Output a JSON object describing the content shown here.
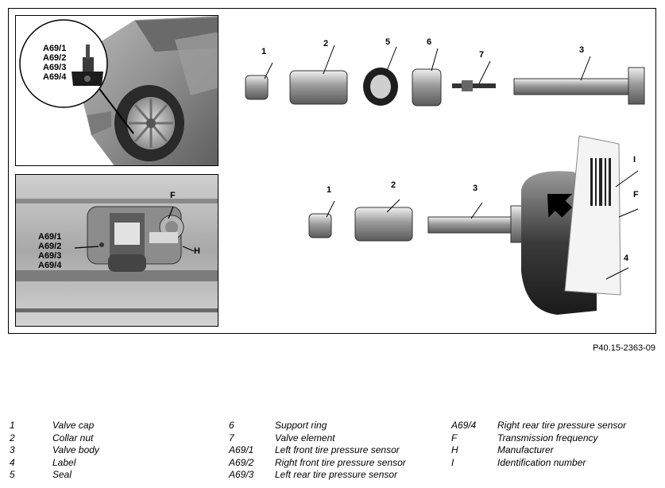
{
  "figure_ref": "P40.15-2363-09",
  "inset_top_labels": [
    "A69/1",
    "A69/2",
    "A69/3",
    "A69/4"
  ],
  "inset_bottom_labels": [
    "A69/1",
    "A69/2",
    "A69/3",
    "A69/4"
  ],
  "inset_bottom_callouts": {
    "F": "F",
    "H": "H"
  },
  "upper_callouts": [
    "1",
    "2",
    "5",
    "6",
    "7",
    "3"
  ],
  "lower_callouts": [
    "1",
    "2",
    "3",
    "I",
    "F",
    "4"
  ],
  "legend": {
    "col1": [
      {
        "key": "1",
        "text": "Valve cap"
      },
      {
        "key": "2",
        "text": "Collar nut"
      },
      {
        "key": "3",
        "text": "Valve body"
      },
      {
        "key": "4",
        "text": "Label"
      },
      {
        "key": "5",
        "text": "Seal"
      }
    ],
    "col2": [
      {
        "key": "6",
        "text": "Support ring"
      },
      {
        "key": "7",
        "text": "Valve element"
      },
      {
        "key": "A69/1",
        "text": "Left front tire pressure sensor"
      },
      {
        "key": "A69/2",
        "text": "Right front tire pressure sensor"
      },
      {
        "key": "A69/3",
        "text": "Left rear tire pressure sensor"
      }
    ],
    "col3": [
      {
        "key": "A69/4",
        "text": "Right rear tire pressure sensor"
      },
      {
        "key": "F",
        "text": "Transmission frequency"
      },
      {
        "key": "H",
        "text": "Manufacturer"
      },
      {
        "key": "I",
        "text": "Identification number"
      }
    ]
  }
}
